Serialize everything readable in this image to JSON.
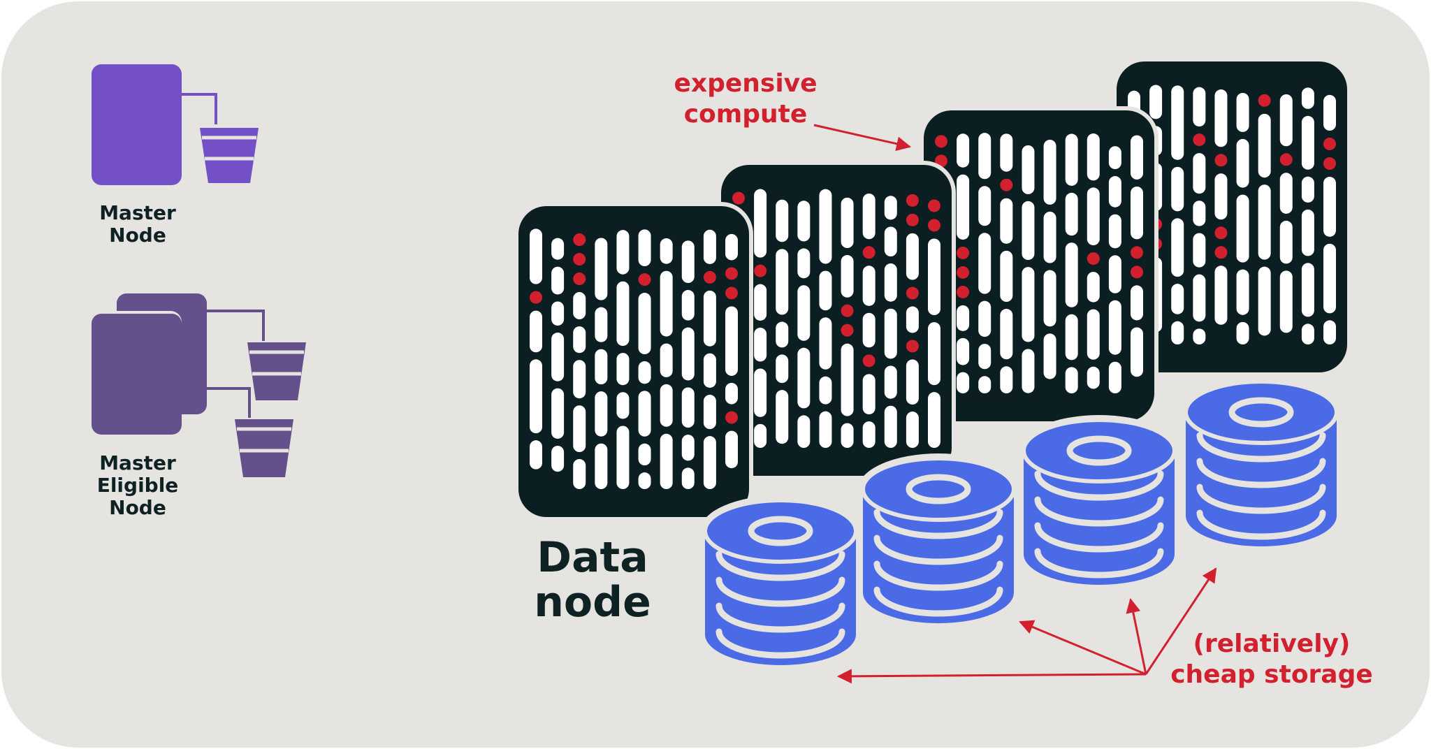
{
  "colors": {
    "background": "#e6e4e0",
    "frame": "#ffffff",
    "master": "#7350c6",
    "master_eligible": "#64508a",
    "server_body": "#0b1e21",
    "server_strip": "#ffffff",
    "server_dot": "#d2202e",
    "disk": "#4a6ae6",
    "annotation": "#d2202e",
    "text": "#0e2224"
  },
  "icons": {
    "master": "server-with-bucket-icon",
    "master_eligible": "stacked-servers-with-buckets-icon",
    "data_server": "server-rack-icon",
    "data_disk": "disk-stack-icon"
  },
  "labels": {
    "master_node": [
      "Master",
      "Node"
    ],
    "master_eligible_node": [
      "Master",
      "Eligible",
      "Node"
    ],
    "data_node": [
      "Data",
      "node"
    ],
    "expensive_compute": [
      "expensive",
      "compute"
    ],
    "cheap_storage": [
      "(relatively)",
      "cheap storage"
    ]
  }
}
